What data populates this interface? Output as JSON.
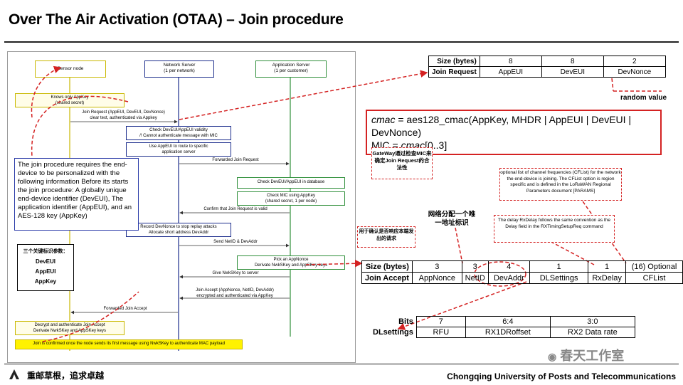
{
  "page": {
    "title": "Over The Air  Activation (OTAA) – Join procedure"
  },
  "sequence": {
    "actors": {
      "sensor": "Sensor node",
      "network_server": "Network Server",
      "network_server_sub": "(1 per network)",
      "app_server": "Application Server",
      "app_server_sub": "(1 per customer)"
    },
    "notes": {
      "appkey_known": "Knows only AppKey",
      "appkey_known_sub": "(shared secret)",
      "join_req": "Join Request (AppEUI, DevEUI, DevNonce)",
      "join_req_sub": "clear text, authenticated via Appkey",
      "check_dev": "Check DevEUI/AppEUI validity",
      "check_dev_sub": "/! Cannot authenticate message with MIC",
      "use_appeui": "Use AppEUI to route to specific",
      "use_appeui_sub": "application server",
      "fwd_join": "Forwarded Join Request",
      "check_db": "Check DevEUI/AppEUI in database",
      "check_mic": "Check MIC using AppKey",
      "check_mic_sub": "(shared secret, 1 per node)",
      "confirm_valid": "Confirm that Join Request is valid",
      "record_nonce": "Record DevNonce to stop replay attacks",
      "record_nonce_sub": "Allocate short address DevAddr",
      "send_netid": "Send NetID & DevAddr",
      "pick_nonce": "Pick an AppNonce",
      "pick_nonce_sub": "Derivate NwkSKey and AppSKey keys",
      "give_key": "Give NwkSKey to server",
      "join_accept": "Join Accept (AppNonce, NetID, DevAddr)",
      "join_accept_sub": "encrypted and authenticated via AppKey",
      "fwd_accept": "Forwarded Join Accept",
      "decrypt": "Decrypt and authenticate Join Accept",
      "decrypt_sub": "Derivate NwkSKey and AppSKey keys",
      "confirmed": "Join is confirmed once the node sends its first message using NwkSKey to authenticate MAC payload"
    }
  },
  "info_text": "The join procedure requires the end-device to be personalized with the following information Before its starts the join procedure: A globally unique end-device identifier (DevEUI),  The application identifier (AppEUI), and an AES-128 key (AppKey)",
  "keys_box": {
    "title": "三个关键标识参数：",
    "items": [
      "DevEUI",
      "AppEUI",
      "AppKey"
    ]
  },
  "join_request_table": {
    "header": "Size (bytes)",
    "row_label": "Join Request",
    "sizes": [
      "8",
      "8",
      "2"
    ],
    "fields": [
      "AppEUI",
      "DevEUI",
      "DevNonce"
    ]
  },
  "random_value": "random value",
  "formula": {
    "line1_fn": "cmac",
    "line1_rest": " = aes128_cmac(AppKey, MHDR | AppEUI | DevEUI | DevNonce)",
    "line2_pre": "MIC = ",
    "line2_fn": "cmac",
    "line2_rest": "[0..3]"
  },
  "gateway_note": "GateWay通过检查MIC来确定Join Request的合法性",
  "cflist_note": "optional list of channel frequencies (CFList) for the network the end-device is joining. The CFList option is region specific and is defined in the LoRaWAN Regional Parameters document [PARAMS]",
  "rxdelay_note": "The delay RxDelay follows the same convention as the Delay field in the RXTimingSetupReq command",
  "devaddr_note": "网络分配一个唯一地址标识",
  "appnonce_note": "用于确认是否响应本端发出的请求",
  "join_accept_table": {
    "header": "Size (bytes)",
    "row_label": "Join Accept",
    "sizes": [
      "3",
      "3",
      "4",
      "1",
      "1",
      "(16) Optional"
    ],
    "fields": [
      "AppNonce",
      "NetID",
      "DevAddr",
      "DLSettings",
      "RxDelay",
      "CFList"
    ]
  },
  "dlsettings_table": {
    "header": "Bits",
    "row_label": "DLsettings",
    "bits": [
      "7",
      "6:4",
      "3:0"
    ],
    "fields": [
      "RFU",
      "RX1DRoffset",
      "RX2 Data rate"
    ]
  },
  "watermark": "春天工作室",
  "footer": {
    "left": "重邮草根，追求卓越",
    "right": "Chongqing University of Posts and Telecommunications"
  },
  "colors": {
    "accent_red": "#d42222",
    "network_blue": "#1c2d8c",
    "app_green": "#2f8f3a",
    "sensor_yellow": "#c9b800"
  }
}
